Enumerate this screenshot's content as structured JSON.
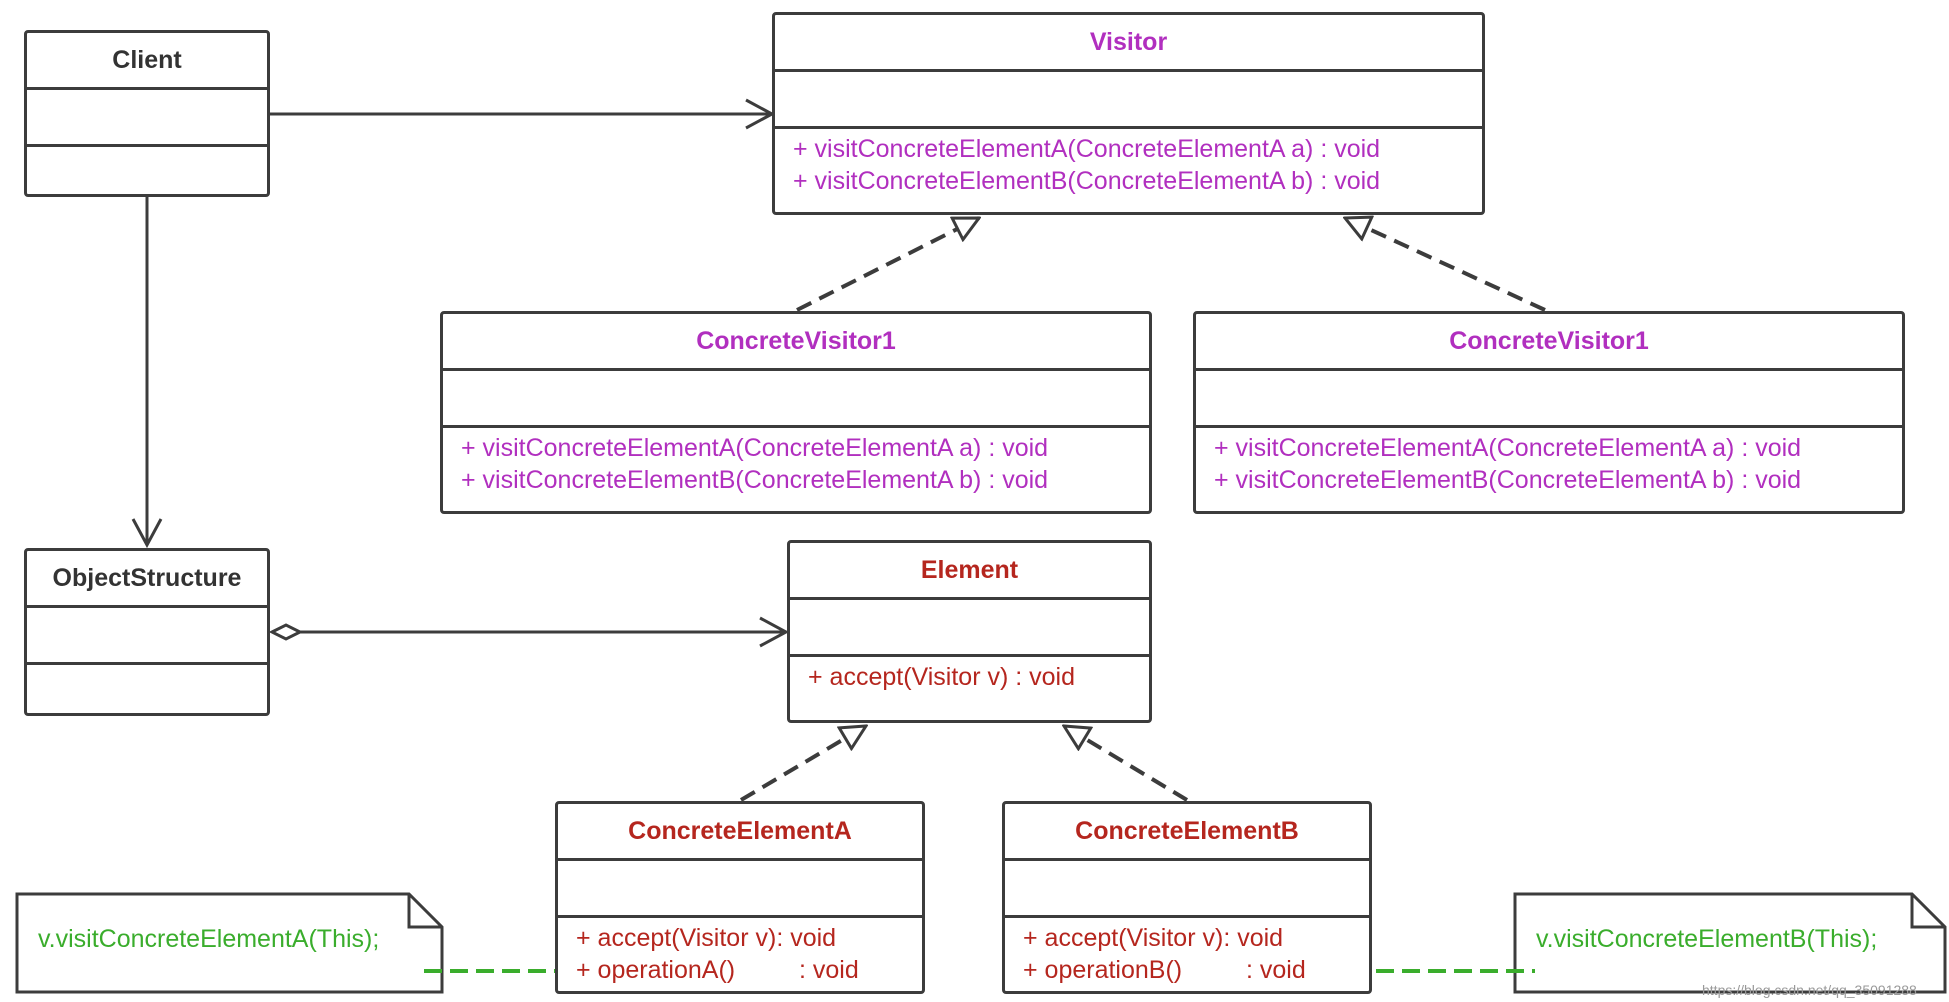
{
  "client": {
    "title": "Client"
  },
  "visitor": {
    "title": "Visitor",
    "ops": [
      "+ visitConcreteElementA(ConcreteElementA a) : void",
      "+ visitConcreteElementB(ConcreteElementA b) : void"
    ]
  },
  "concrete_visitor_left": {
    "title": "ConcreteVisitor1",
    "ops": [
      "+ visitConcreteElementA(ConcreteElementA a) : void",
      "+ visitConcreteElementB(ConcreteElementA b) : void"
    ]
  },
  "concrete_visitor_right": {
    "title": "ConcreteVisitor1",
    "ops": [
      "+ visitConcreteElementA(ConcreteElementA a) : void",
      "+ visitConcreteElementB(ConcreteElementA b) : void"
    ]
  },
  "object_structure": {
    "title": "ObjectStructure"
  },
  "element": {
    "title": "Element",
    "ops": [
      "+ accept(Visitor v) : void"
    ]
  },
  "concrete_element_a": {
    "title": "ConcreteElementA",
    "ops": [
      {
        "name": "+ accept(Visitor v)",
        "type": " : void"
      },
      {
        "name": "+ operationA()",
        "type": ": void"
      }
    ]
  },
  "concrete_element_b": {
    "title": "ConcreteElementB",
    "ops": [
      {
        "name": "+ accept(Visitor v)",
        "type": " : void"
      },
      {
        "name": "+ operationB()",
        "type": ": void"
      }
    ]
  },
  "note_a": {
    "text": "v.visitConcreteElementA(This);"
  },
  "note_b": {
    "text": "v.visitConcreteElementB(This);"
  },
  "watermark": {
    "text": "https://blog.csdn.net/qq_35091288"
  },
  "colors": {
    "line": "#3c3c3c",
    "visitor_text": "#b12fbf",
    "element_text": "#b5261e",
    "note_text": "#3aad2c",
    "note_link": "#3aad2c"
  }
}
